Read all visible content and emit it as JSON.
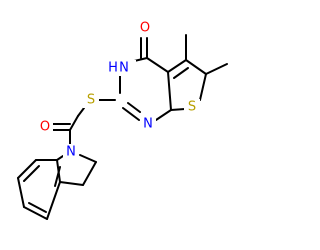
{
  "molecule": {
    "colors": {
      "bond": "#000000",
      "oxygen": "#ff0000",
      "nitrogen": "#0000ff",
      "sulfur": "#b8a000",
      "background": "#ffffff"
    },
    "atoms": {
      "o_ketone": "O",
      "n_h": "N",
      "h_on_n": "H",
      "n_ring": "N",
      "s_thioether": "S",
      "s_thiophene": "S",
      "o_amide": "O",
      "n_indoline": "N"
    }
  }
}
